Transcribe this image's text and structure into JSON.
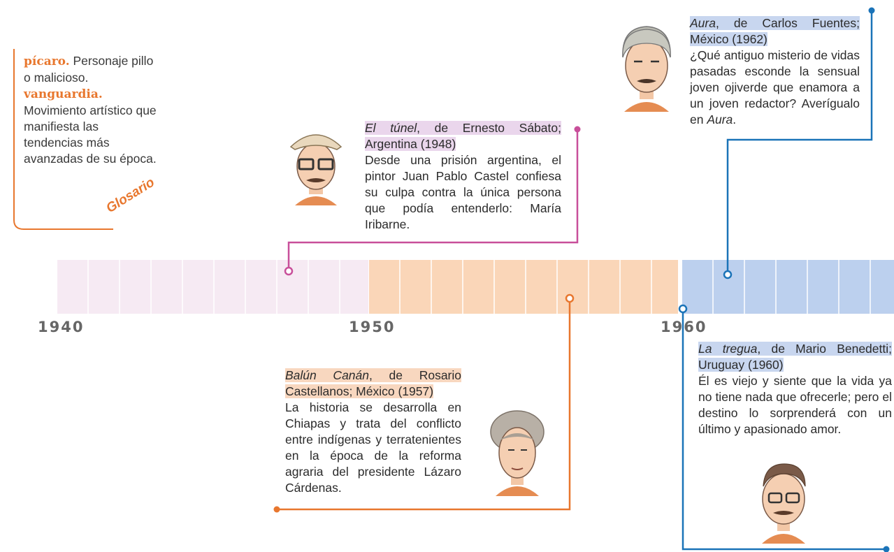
{
  "glossary": {
    "title": "Glosario",
    "terms": [
      {
        "term": "pícaro.",
        "definition": " Personaje pillo o malicioso."
      },
      {
        "term": "vanguardia.",
        "definition": "Movimiento artístico que manifiesta las tendencias más avanzadas de su época."
      }
    ]
  },
  "timeline": {
    "years": [
      "1940",
      "1950",
      "1960"
    ],
    "colors": {
      "pink": "#c84f9a",
      "orange": "#e8772e",
      "blue": "#1a73b8",
      "band_pink": "#f6eaf3",
      "band_orange": "#fad6b8",
      "band_blue": "#bcd0ee"
    }
  },
  "entries": {
    "tunel": {
      "title": "El túnel",
      "author": ", de Ernesto Sábato;",
      "place": "Argentina (1948)",
      "text": "Desde una prisión argentina, el pintor Juan Pablo Castel confiesa su culpa contra la única persona que podía entenderlo: María Iribarne."
    },
    "aura": {
      "title": "Aura",
      "author": ", de Carlos Fuentes;",
      "place": "México (1962)",
      "text_pre": "¿Qué antiguo misterio de vidas pasadas esconde la sensual joven ojiverde que enamora a un joven redactor? Averígualo en ",
      "text_title": "Aura",
      "text_post": "."
    },
    "balun": {
      "title": "Balún Canán",
      "author": ", de Rosario",
      "place": "Castellanos; México (1957)",
      "text": "La historia se desarrolla en Chiapas y trata del conflicto entre indígenas y terratenientes en la época de la reforma agraria del presidente Lázaro Cárdenas."
    },
    "tregua": {
      "title": "La tregua",
      "author": ", de Mario Benedetti;",
      "place": "Uruguay (1960)",
      "text": "Él es viejo y siente que la vida ya no tiene nada que ofrecerle; pero el destino lo sorprenderá con un último y apasionado amor."
    }
  }
}
